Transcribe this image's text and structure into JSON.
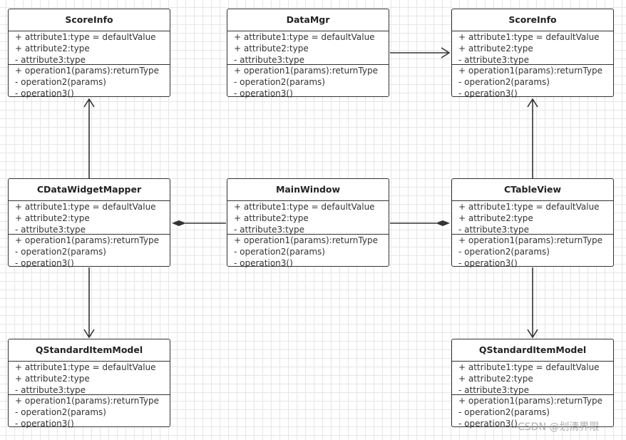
{
  "classes": [
    {
      "id": "scoreinfo-left",
      "name": "ScoreInfo",
      "attributes": [
        "+ attribute1:type = defaultValue",
        "+ attribute2:type",
        "- attribute3:type"
      ],
      "operations": [
        "+ operation1(params):returnType",
        "- operation2(params)",
        "- operation3()"
      ]
    },
    {
      "id": "datamgr",
      "name": "DataMgr",
      "attributes": [
        "+ attribute1:type = defaultValue",
        "+ attribute2:type",
        "- attribute3:type"
      ],
      "operations": [
        "+ operation1(params):returnType",
        "- operation2(params)",
        "- operation3()"
      ]
    },
    {
      "id": "scoreinfo-right",
      "name": "ScoreInfo",
      "attributes": [
        "+ attribute1:type = defaultValue",
        "+ attribute2:type",
        "- attribute3:type"
      ],
      "operations": [
        "+ operation1(params):returnType",
        "- operation2(params)",
        "- operation3()"
      ]
    },
    {
      "id": "cdatawidgetmapper",
      "name": "CDataWidgetMapper",
      "attributes": [
        "+ attribute1:type = defaultValue",
        "+ attribute2:type",
        "- attribute3:type"
      ],
      "operations": [
        "+ operation1(params):returnType",
        "- operation2(params)",
        "- operation3()"
      ]
    },
    {
      "id": "mainwindow",
      "name": "MainWindow",
      "attributes": [
        "+ attribute1:type = defaultValue",
        "+ attribute2:type",
        "- attribute3:type"
      ],
      "operations": [
        "+ operation1(params):returnType",
        "- operation2(params)",
        "- operation3()"
      ]
    },
    {
      "id": "ctableview",
      "name": "CTableView",
      "attributes": [
        "+ attribute1:type = defaultValue",
        "+ attribute2:type",
        "- attribute3:type"
      ],
      "operations": [
        "+ operation1(params):returnType",
        "- operation2(params)",
        "- operation3()"
      ]
    },
    {
      "id": "qstandarditemmodel-left",
      "name": "QStandardItemModel",
      "attributes": [
        "+ attribute1:type = defaultValue",
        "+ attribute2:type",
        "- attribute3:type"
      ],
      "operations": [
        "+ operation1(params):returnType",
        "- operation2(params)",
        "- operation3()"
      ]
    },
    {
      "id": "qstandarditemmodel-right",
      "name": "QStandardItemModel",
      "attributes": [
        "+ attribute1:type = defaultValue",
        "+ attribute2:type",
        "- attribute3:type"
      ],
      "operations": [
        "+ operation1(params):returnType",
        "- operation2(params)",
        "- operation3()"
      ]
    }
  ],
  "relations": [
    {
      "from": "cdatawidgetmapper",
      "to": "scoreinfo-left",
      "type": "association"
    },
    {
      "from": "datamgr",
      "to": "scoreinfo-right",
      "type": "association"
    },
    {
      "from": "ctableview",
      "to": "scoreinfo-right",
      "type": "association"
    },
    {
      "from": "mainwindow",
      "to": "cdatawidgetmapper",
      "type": "composition"
    },
    {
      "from": "mainwindow",
      "to": "ctableview",
      "type": "composition"
    },
    {
      "from": "cdatawidgetmapper",
      "to": "qstandarditemmodel-left",
      "type": "association"
    },
    {
      "from": "ctableview",
      "to": "qstandarditemmodel-right",
      "type": "association"
    }
  ],
  "watermark": "CSDN @划清界限"
}
